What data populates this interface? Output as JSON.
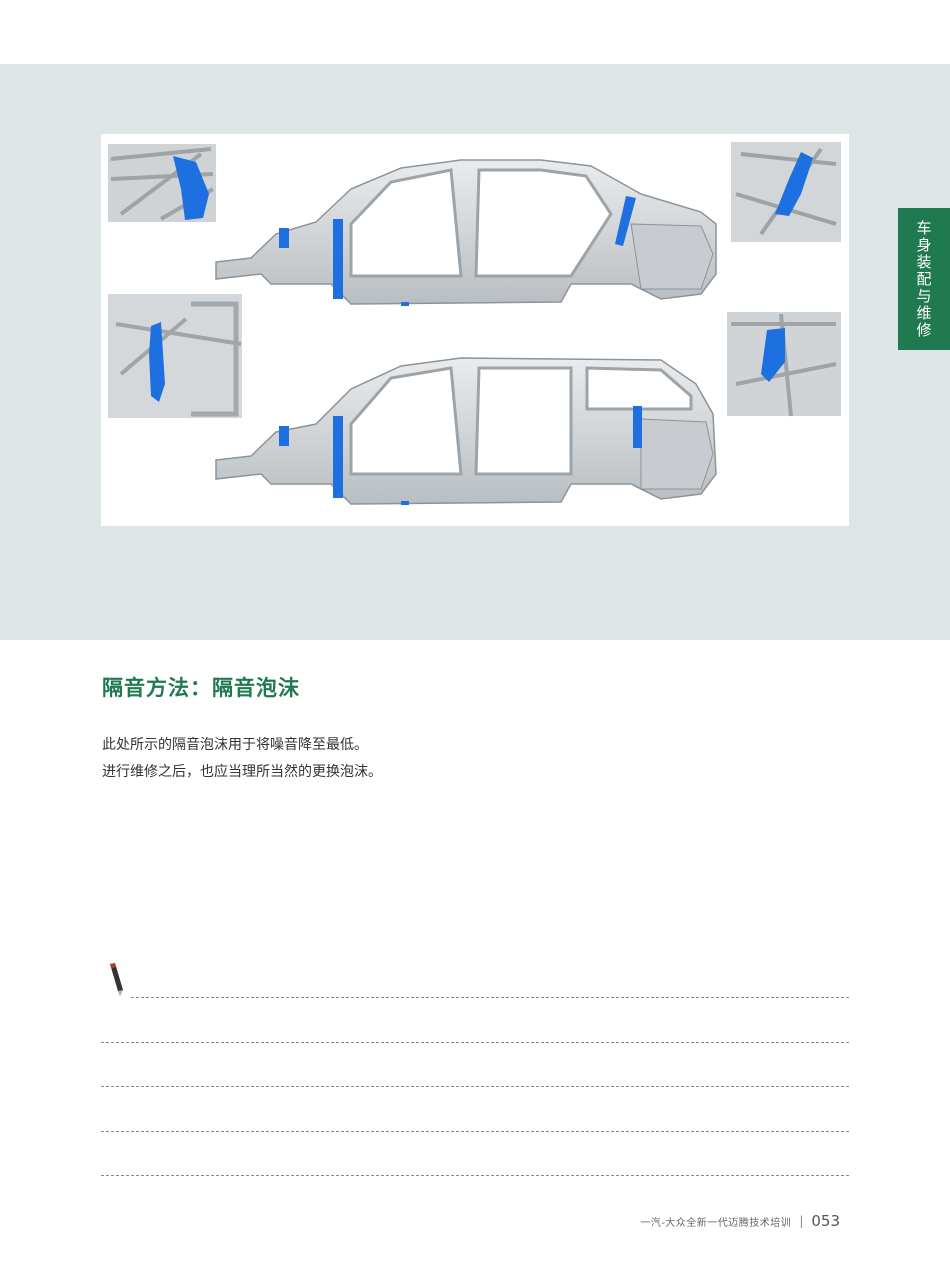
{
  "side_tab": {
    "label": "车身装配与维修"
  },
  "section": {
    "heading": "隔音方法：隔音泡沫",
    "lines": [
      "此处所示的隔音泡沫用于将噪音降至最低。",
      "进行维修之后，也应当理所当然的更换泡沫。"
    ]
  },
  "footer": {
    "book_title": "一汽-大众全新一代迈腾技术培训",
    "page_number": "053"
  },
  "colors": {
    "accent_green": "#1f7a52",
    "foam_blue": "#1e6fe0",
    "band_gray": "#dde5e7"
  },
  "icons": [
    "pencil-icon"
  ]
}
